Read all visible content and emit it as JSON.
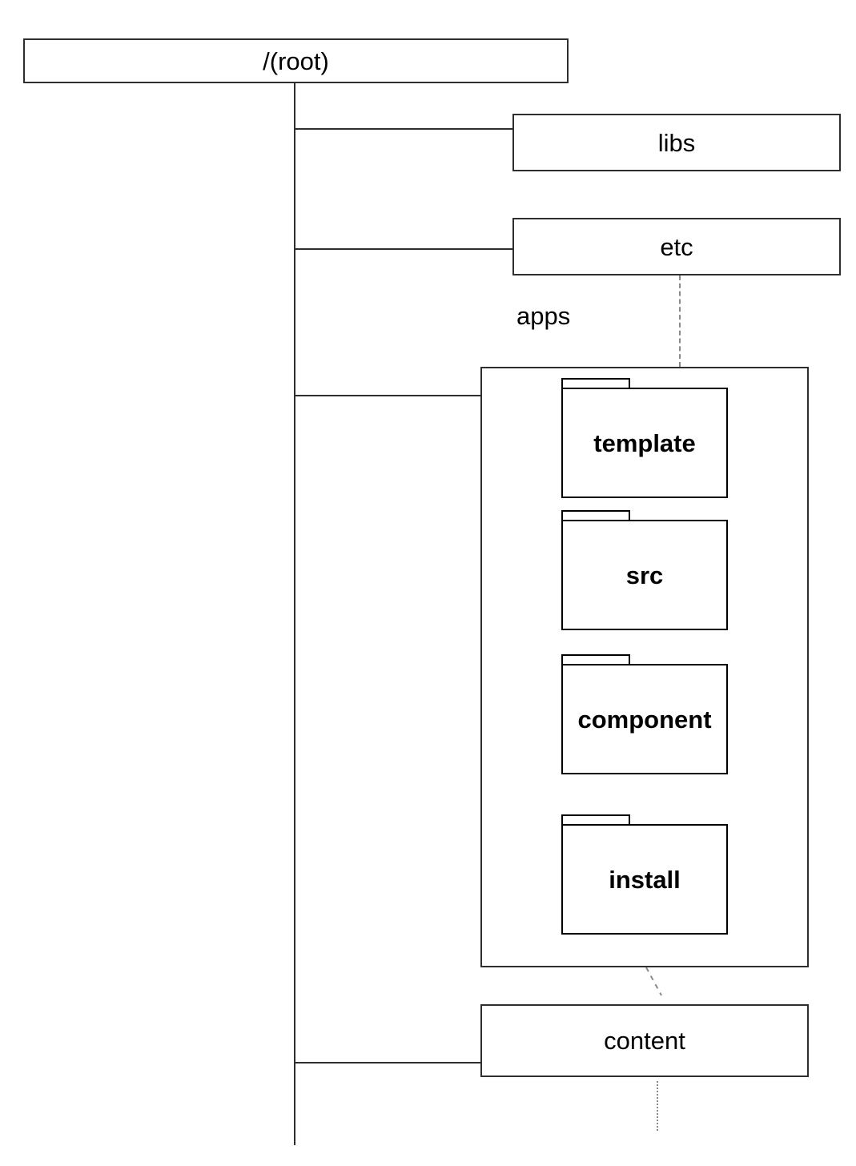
{
  "diagram": {
    "type": "filesystem-tree",
    "title": "Directory structure tree",
    "root": {
      "label": "/(root)"
    },
    "branches": [
      {
        "label": "libs"
      },
      {
        "label": "etc"
      },
      {
        "label": "content"
      }
    ],
    "apps_label": "apps",
    "apps_children": [
      {
        "label": "template",
        "kind": "folder"
      },
      {
        "label": "src",
        "kind": "folder"
      },
      {
        "label": "component",
        "kind": "folder"
      },
      {
        "label": "install",
        "kind": "folder"
      }
    ],
    "colors": {
      "stroke": "#2e2e2e",
      "folder_stroke": "#000000",
      "dashed": "#8a8a8a",
      "background": "#ffffff",
      "text": "#000000"
    }
  }
}
